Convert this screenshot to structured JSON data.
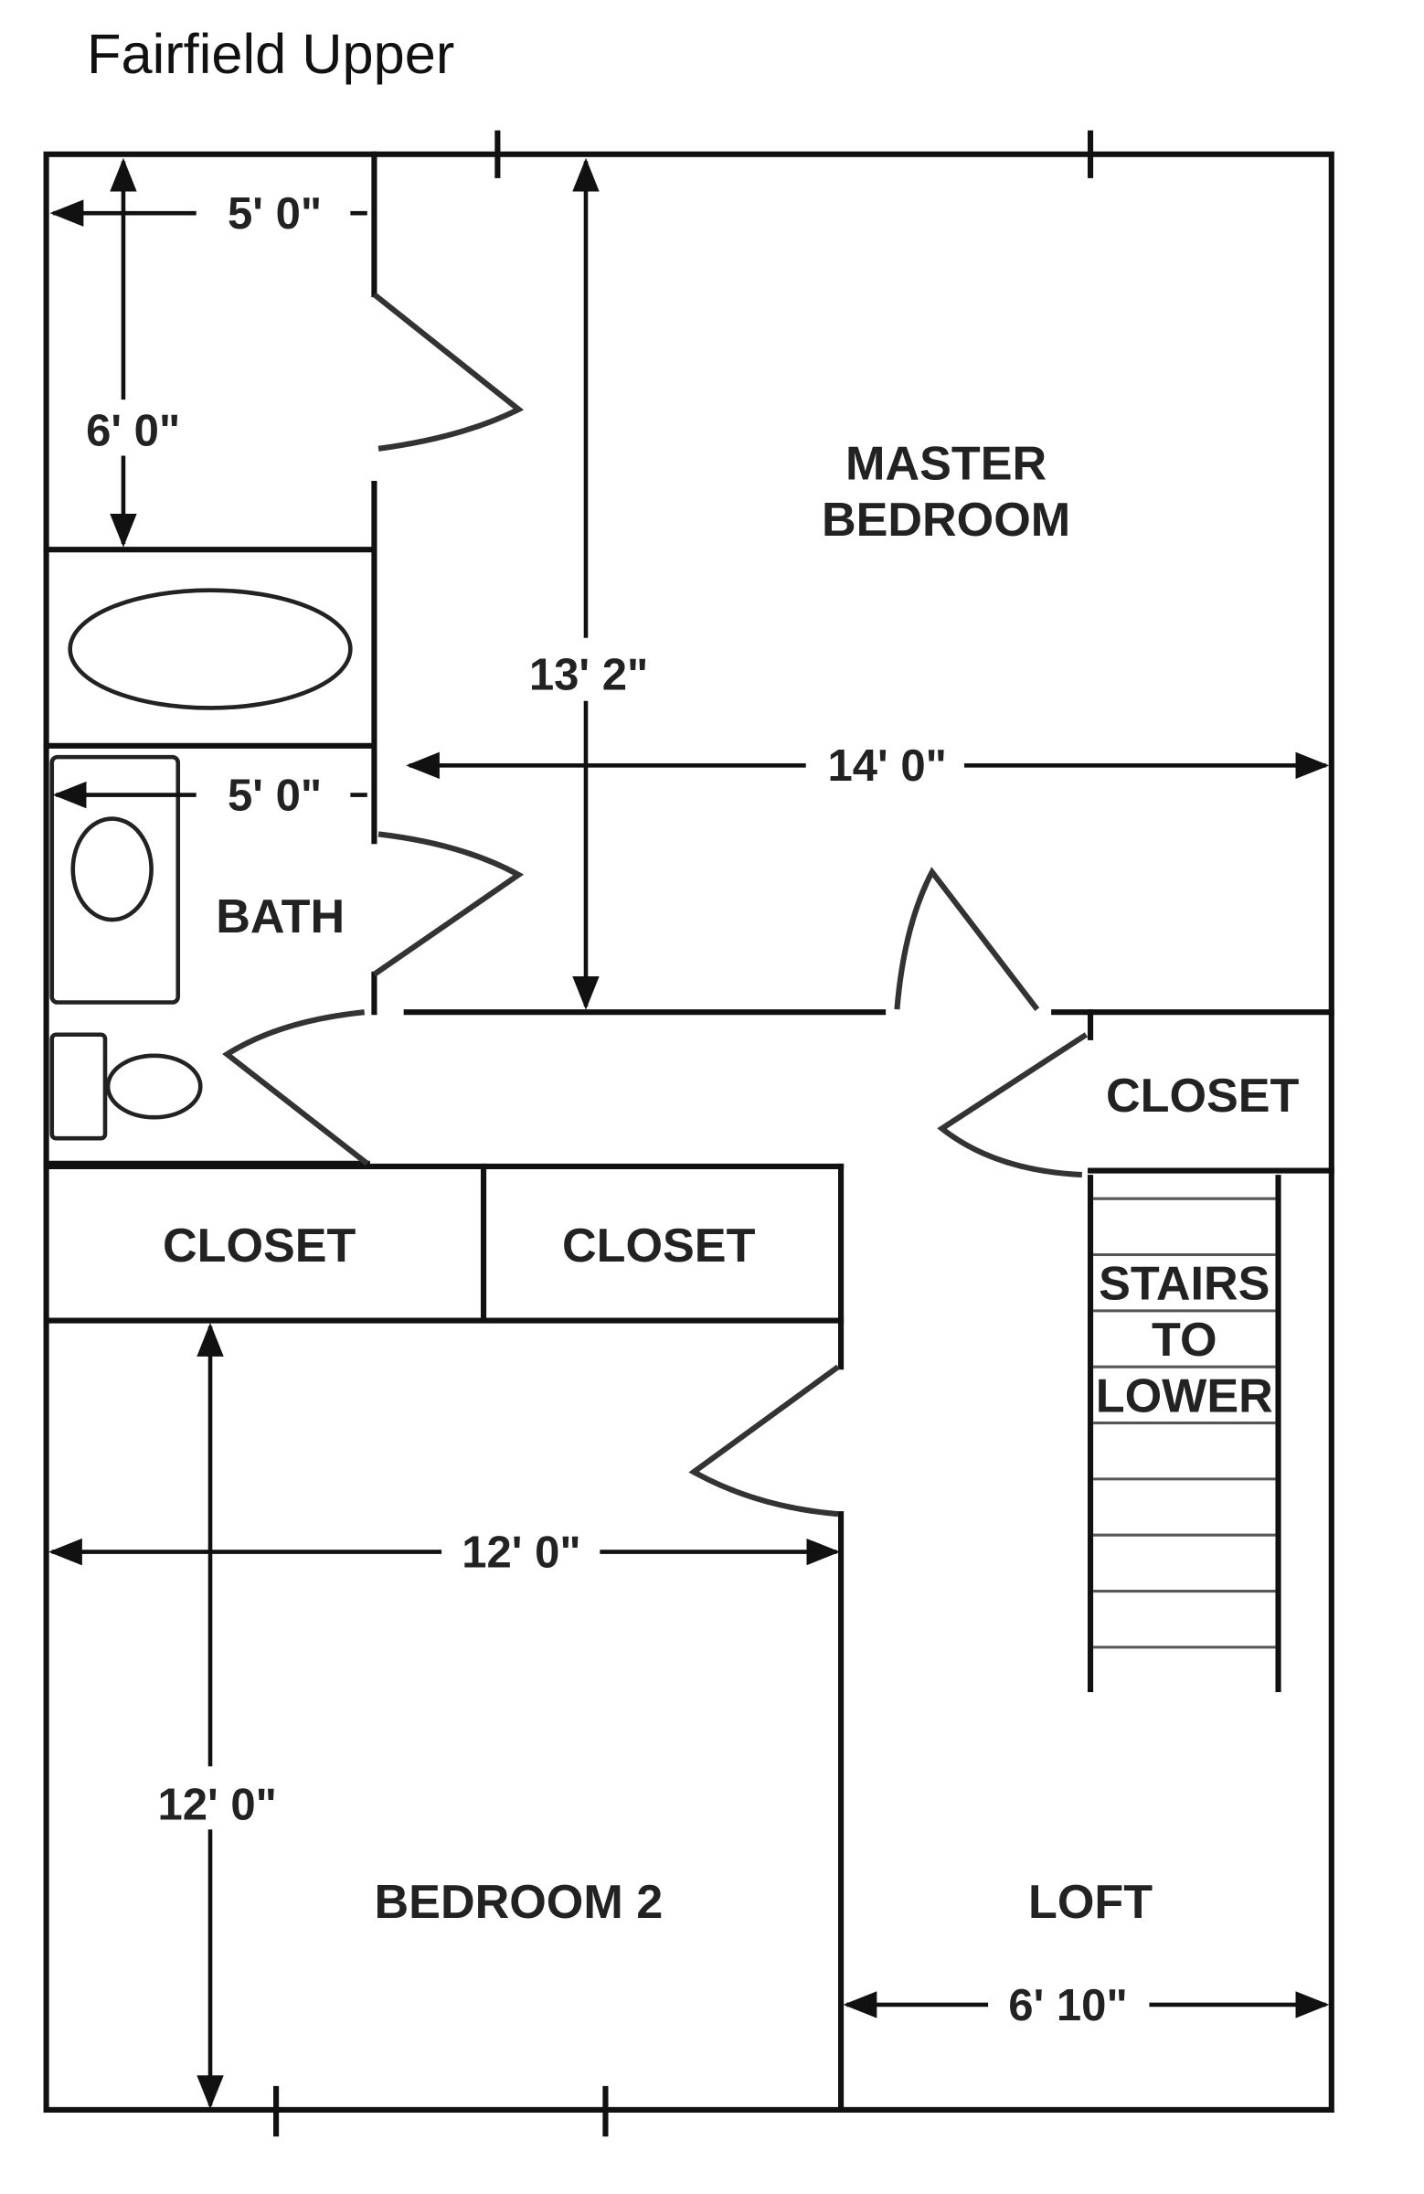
{
  "title": "Fairfield Upper",
  "rooms": {
    "master_line1": "MASTER",
    "master_line2": "BEDROOM",
    "bath": "BATH",
    "closet_right": "CLOSET",
    "closet_left": "CLOSET",
    "closet_middle": "CLOSET",
    "stairs_line1": "STAIRS",
    "stairs_line2": "TO",
    "stairs_line3": "LOWER",
    "bedroom2": "BEDROOM 2",
    "loft": "LOFT"
  },
  "dimensions": {
    "closet_width": "5' 0\"",
    "closet_depth": "6' 0\"",
    "master_depth": "13' 2\"",
    "master_width": "14' 0\"",
    "bath_width": "5' 0\"",
    "bedroom2_width": "12' 0\"",
    "bedroom2_depth": "12' 0\"",
    "loft_width": "6' 10\""
  }
}
